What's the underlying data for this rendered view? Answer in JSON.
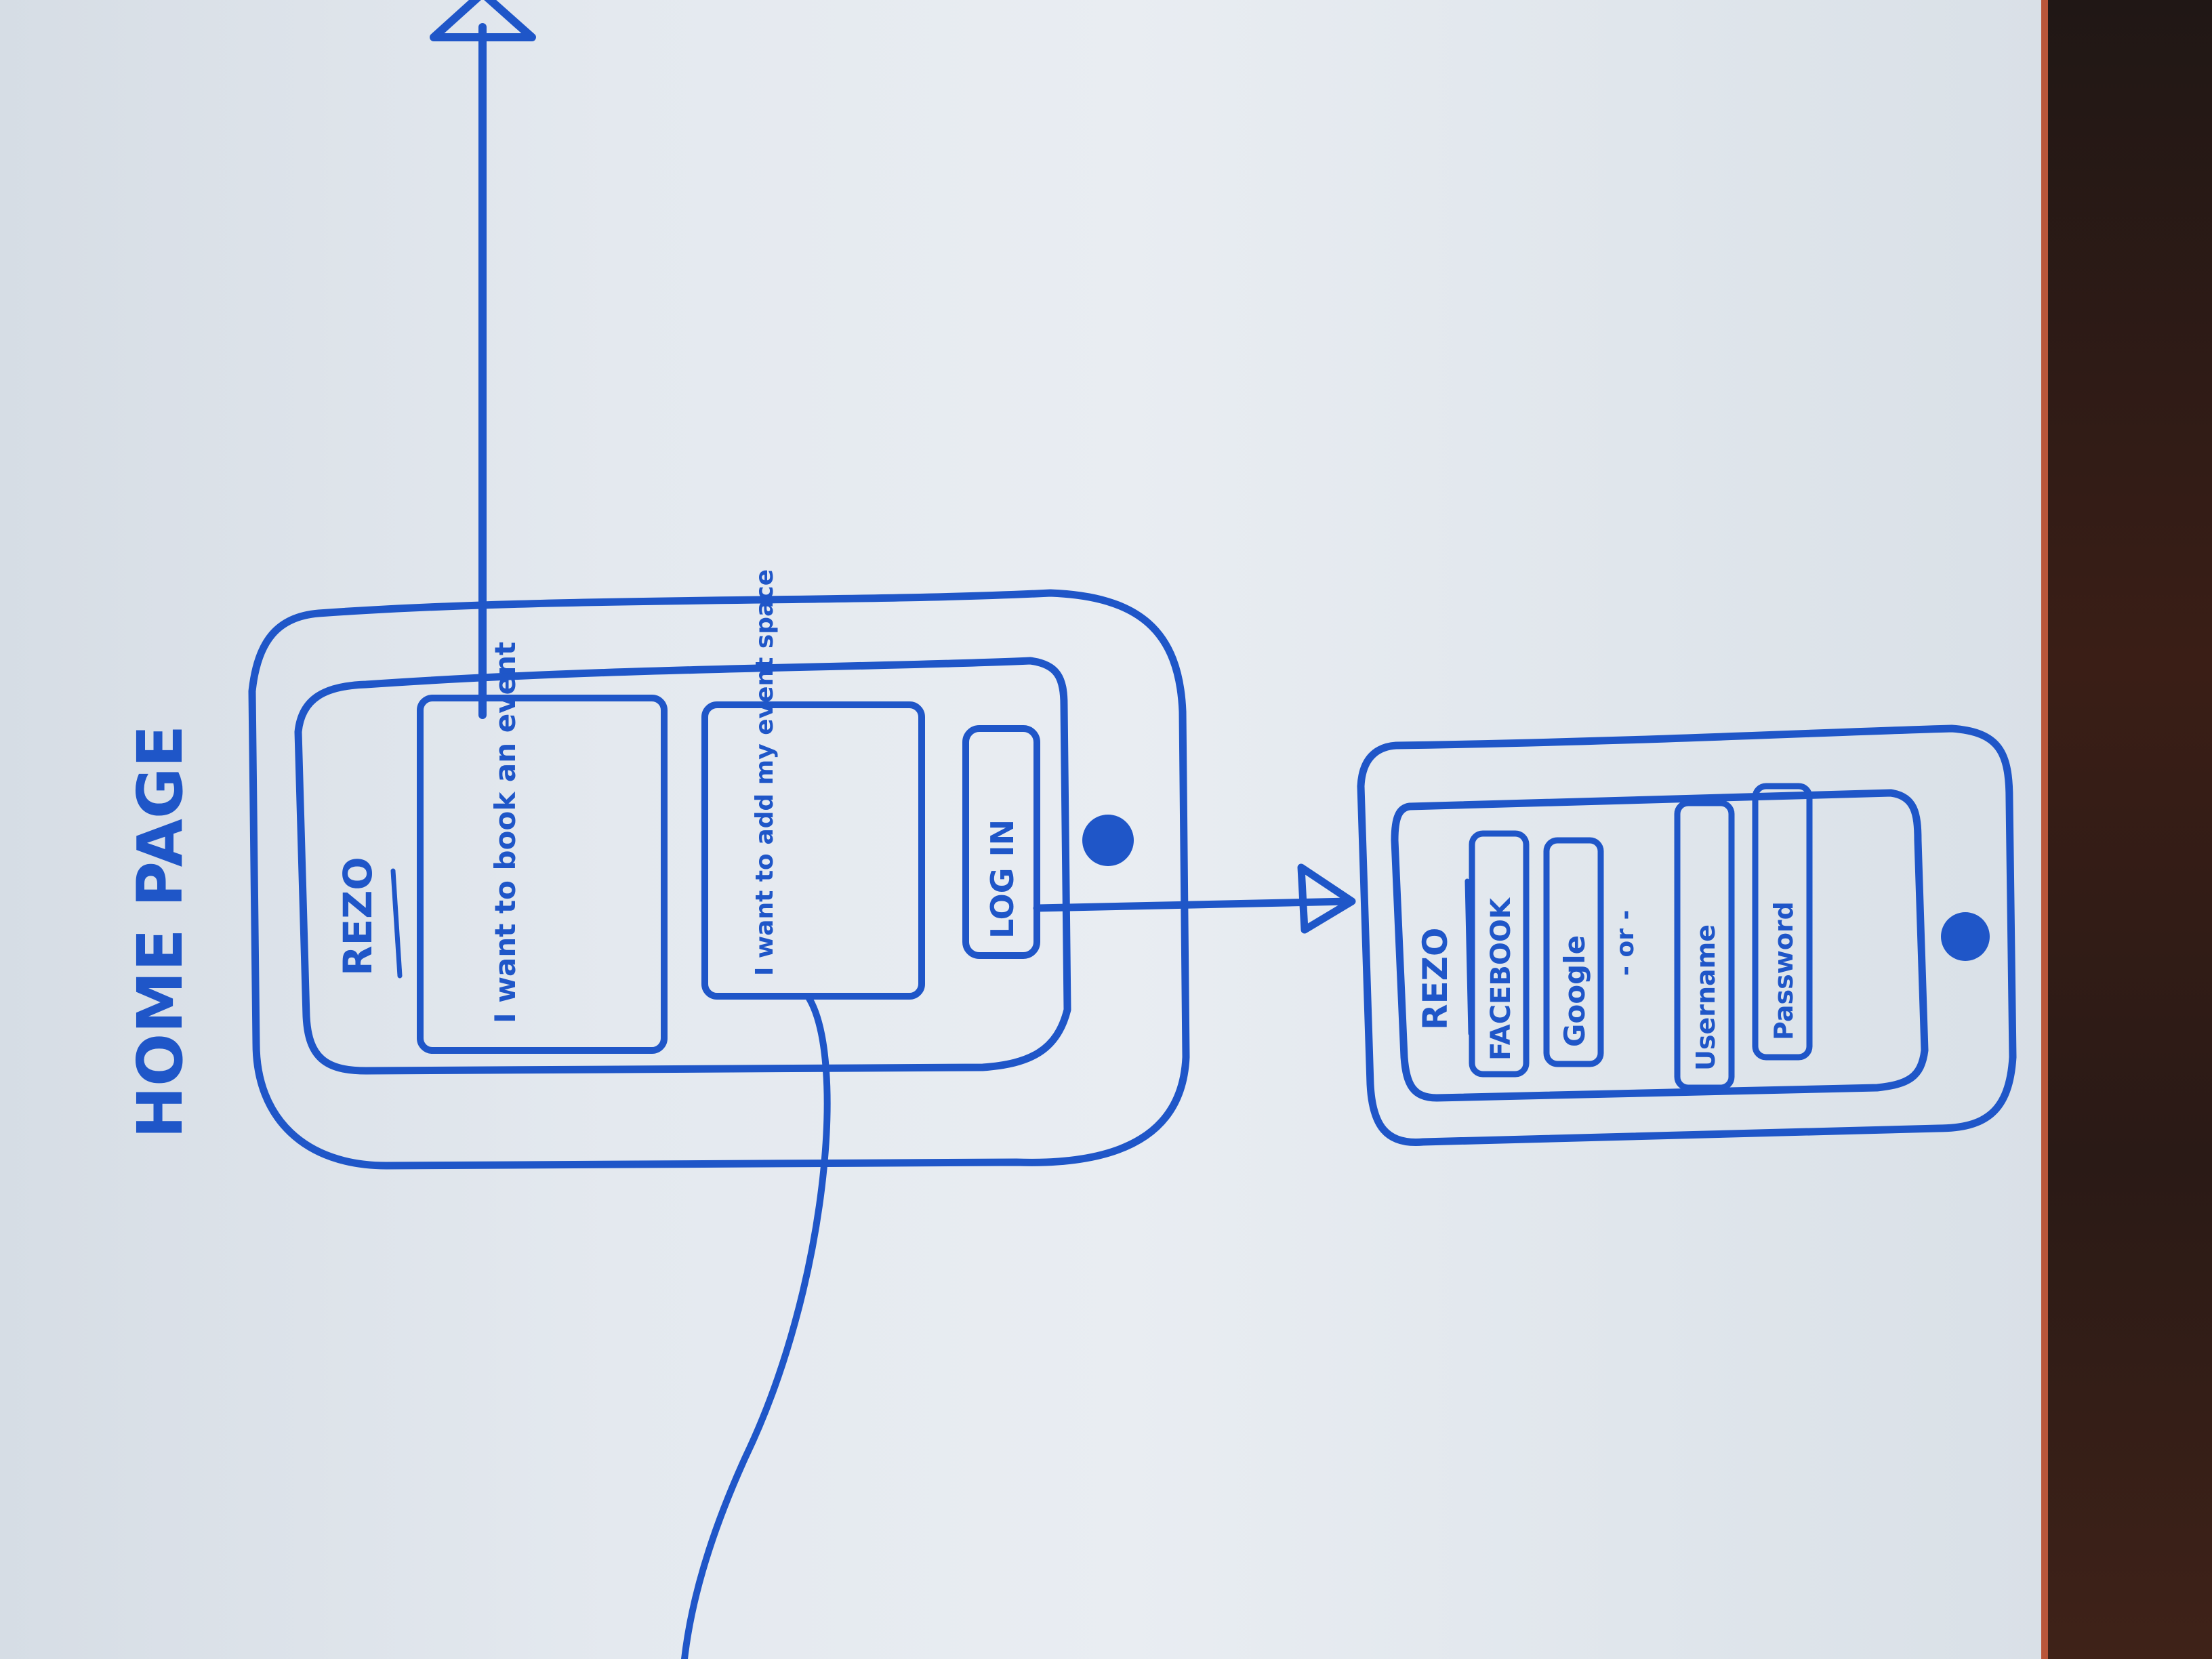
{
  "page_label": "HOME PAGE",
  "home_screen": {
    "logo": "REZO",
    "option_book": "I want to book an event",
    "option_add_space": "I want to add my event space",
    "login_button": "LOG IN"
  },
  "login_screen": {
    "logo": "REZO",
    "facebook_button": "FACEBOOK",
    "google_button": "Google",
    "divider": "- or -",
    "username_field": "Username",
    "password_field": "Password"
  },
  "colors": {
    "ink": "#1f56c8",
    "board": "#e4e9ef",
    "frame": "#b9563a"
  }
}
